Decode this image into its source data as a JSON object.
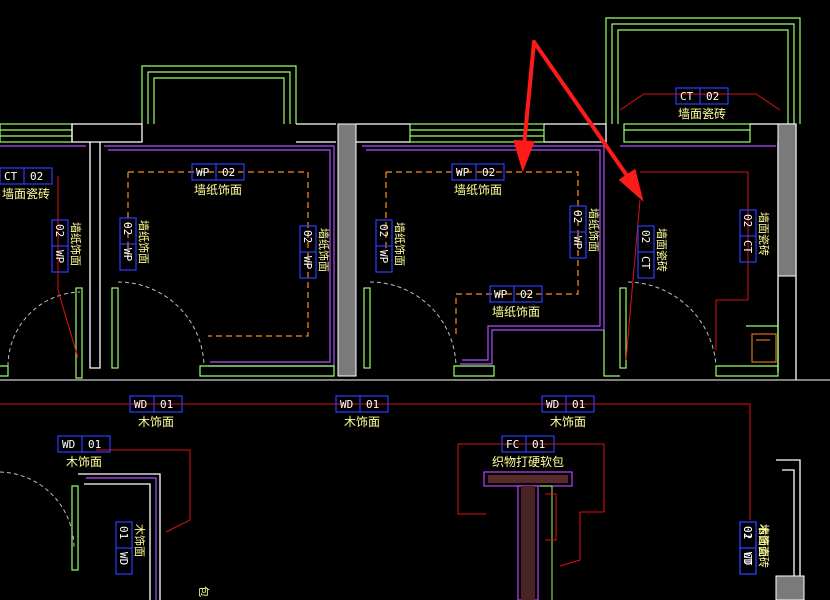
{
  "colors": {
    "background": "#000000",
    "wall": "#ffffff",
    "wall_fill": "#7a7a7a",
    "outline_green": "#99ff66",
    "finish_purple": "#b050ff",
    "wallpaper_orange": "#ff8c1a",
    "leader_red": "#e01010",
    "tag_border": "#2a3dff",
    "label_yellow": "#ffff99",
    "arrow_red": "#ff1a1a",
    "door_swing": "#bfbfbf"
  },
  "tags": [
    {
      "code": "CT",
      "num": "02",
      "label": "墙面瓷砖",
      "orient": "h"
    },
    {
      "code": "WP",
      "num": "02",
      "label": "墙纸饰面",
      "orient": "h"
    },
    {
      "code": "WP",
      "num": "02",
      "label": "墙纸饰面",
      "orient": "h"
    },
    {
      "code": "CT",
      "num": "02",
      "label": "墙面瓷砖",
      "orient": "h"
    },
    {
      "code": "WP",
      "num": "02",
      "label": "墙纸饰面",
      "orient": "h"
    },
    {
      "code": "WD",
      "num": "01",
      "label": "木饰面",
      "orient": "h"
    },
    {
      "code": "WD",
      "num": "01",
      "label": "木饰面",
      "orient": "h"
    },
    {
      "code": "WD",
      "num": "01",
      "label": "木饰面",
      "orient": "h"
    },
    {
      "code": "WD",
      "num": "01",
      "label": "木饰面",
      "orient": "h"
    },
    {
      "code": "FC",
      "num": "01",
      "label": "织物打硬软包",
      "orient": "h"
    },
    {
      "code": "CT",
      "num": "02",
      "label": "墙面瓷砖",
      "orient": "v"
    },
    {
      "code": "WP",
      "num": "02",
      "label": "墙纸饰面",
      "orient": "v"
    },
    {
      "code": "WP",
      "num": "02",
      "label": "墙纸饰面",
      "orient": "v"
    },
    {
      "code": "WP",
      "num": "02",
      "label": "墙纸饰面",
      "orient": "v"
    },
    {
      "code": "WP",
      "num": "02",
      "label": "墙纸饰面",
      "orient": "v"
    },
    {
      "code": "WP",
      "num": "02",
      "label": "墙纸饰面",
      "orient": "v"
    },
    {
      "code": "CT",
      "num": "02",
      "label": "墙面瓷砖",
      "orient": "v"
    },
    {
      "code": "CT",
      "num": "02",
      "label": "墙面瓷砖",
      "orient": "v"
    },
    {
      "code": "WD",
      "num": "01",
      "label": "木饰面",
      "orient": "v"
    },
    {
      "code": "WD",
      "num": "01",
      "label": "木饰面",
      "orient": "v"
    }
  ],
  "partial_text": "包"
}
